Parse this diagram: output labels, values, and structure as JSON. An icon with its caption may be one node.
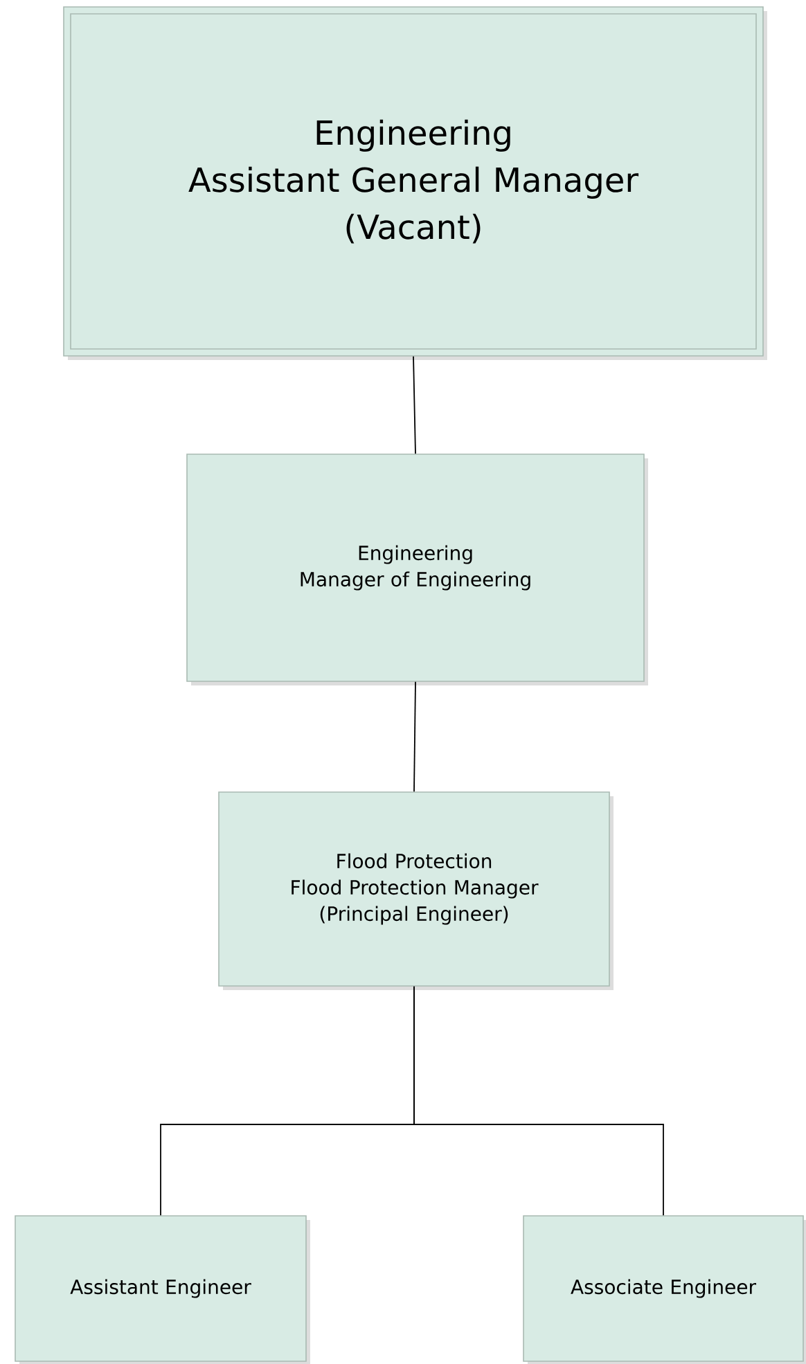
{
  "diagram": {
    "nodes": [
      {
        "text": [
          "Engineering",
          "Assistant General Manager",
          "(Vacant)"
        ]
      },
      {
        "text": [
          "Engineering",
          "Manager of Engineering"
        ]
      },
      {
        "text": [
          "Flood Protection",
          "Flood Protection Manager",
          "(Principal Engineer)"
        ]
      },
      {
        "text": [
          "Assistant Engineer"
        ]
      },
      {
        "text": [
          "Associate Engineer"
        ]
      }
    ],
    "edges": [
      {
        "from": 0,
        "to": 1,
        "arrow": "none"
      },
      {
        "from": 1,
        "to": 2,
        "arrow": "none"
      },
      {
        "from": 2,
        "to": 3,
        "arrow": "none"
      },
      {
        "from": 2,
        "to": 4,
        "arrow": "none"
      }
    ]
  }
}
